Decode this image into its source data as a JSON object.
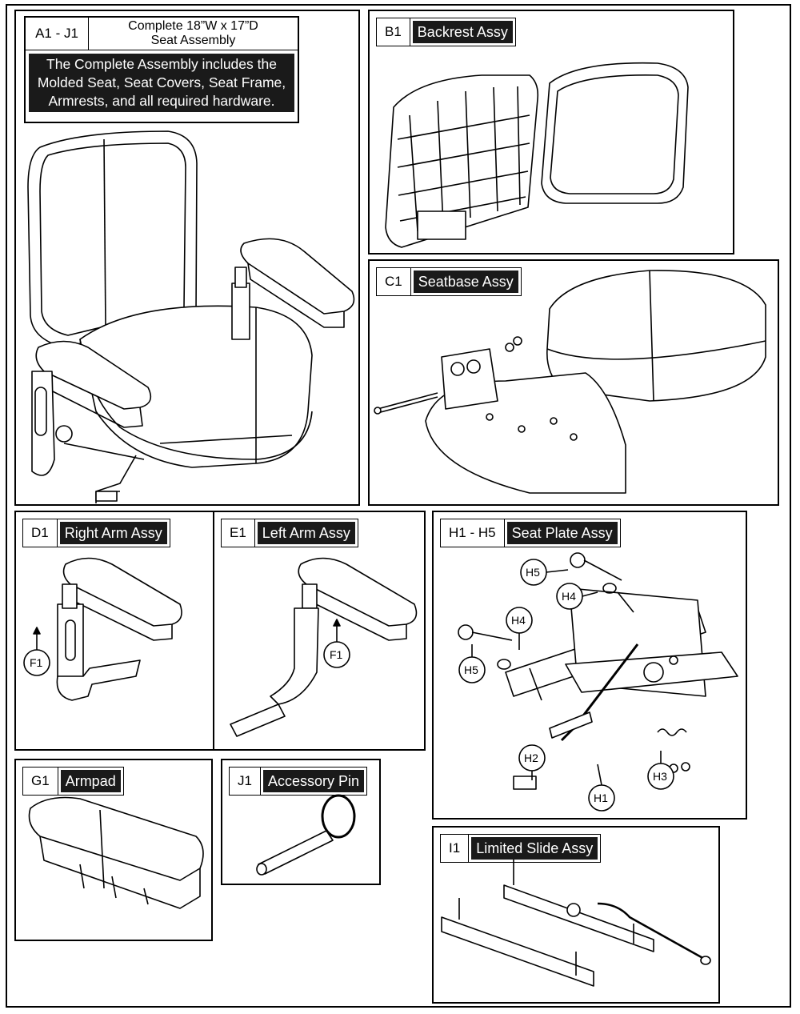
{
  "panels": {
    "a1": {
      "code": "A1 - J1",
      "title_line1": "Complete 18”W x 17”D",
      "title_line2": "Seat Assembly",
      "note_line1": "The Complete Assembly includes the",
      "note_line2": "Molded Seat, Seat Covers, Seat Frame,",
      "note_line3": "Armrests, and all required hardware."
    },
    "b1": {
      "code": "B1",
      "name": "Backrest Assy"
    },
    "c1": {
      "code": "C1",
      "name": "Seatbase Assy"
    },
    "d1": {
      "code": "D1",
      "name": "Right Arm Assy",
      "callout": "F1"
    },
    "e1": {
      "code": "E1",
      "name": "Left Arm Assy",
      "callout": "F1"
    },
    "h1": {
      "code": "H1 - H5",
      "name": "Seat Plate Assy",
      "callouts": {
        "h5a": "H5",
        "h4a": "H4",
        "h4b": "H4",
        "h5b": "H5",
        "h2": "H2",
        "h1": "H1",
        "h3": "H3"
      }
    },
    "g1": {
      "code": "G1",
      "name": "Armpad"
    },
    "j1": {
      "code": "J1",
      "name": "Accessory Pin"
    },
    "i1": {
      "code": "I1",
      "name": "Limited Slide Assy"
    }
  }
}
